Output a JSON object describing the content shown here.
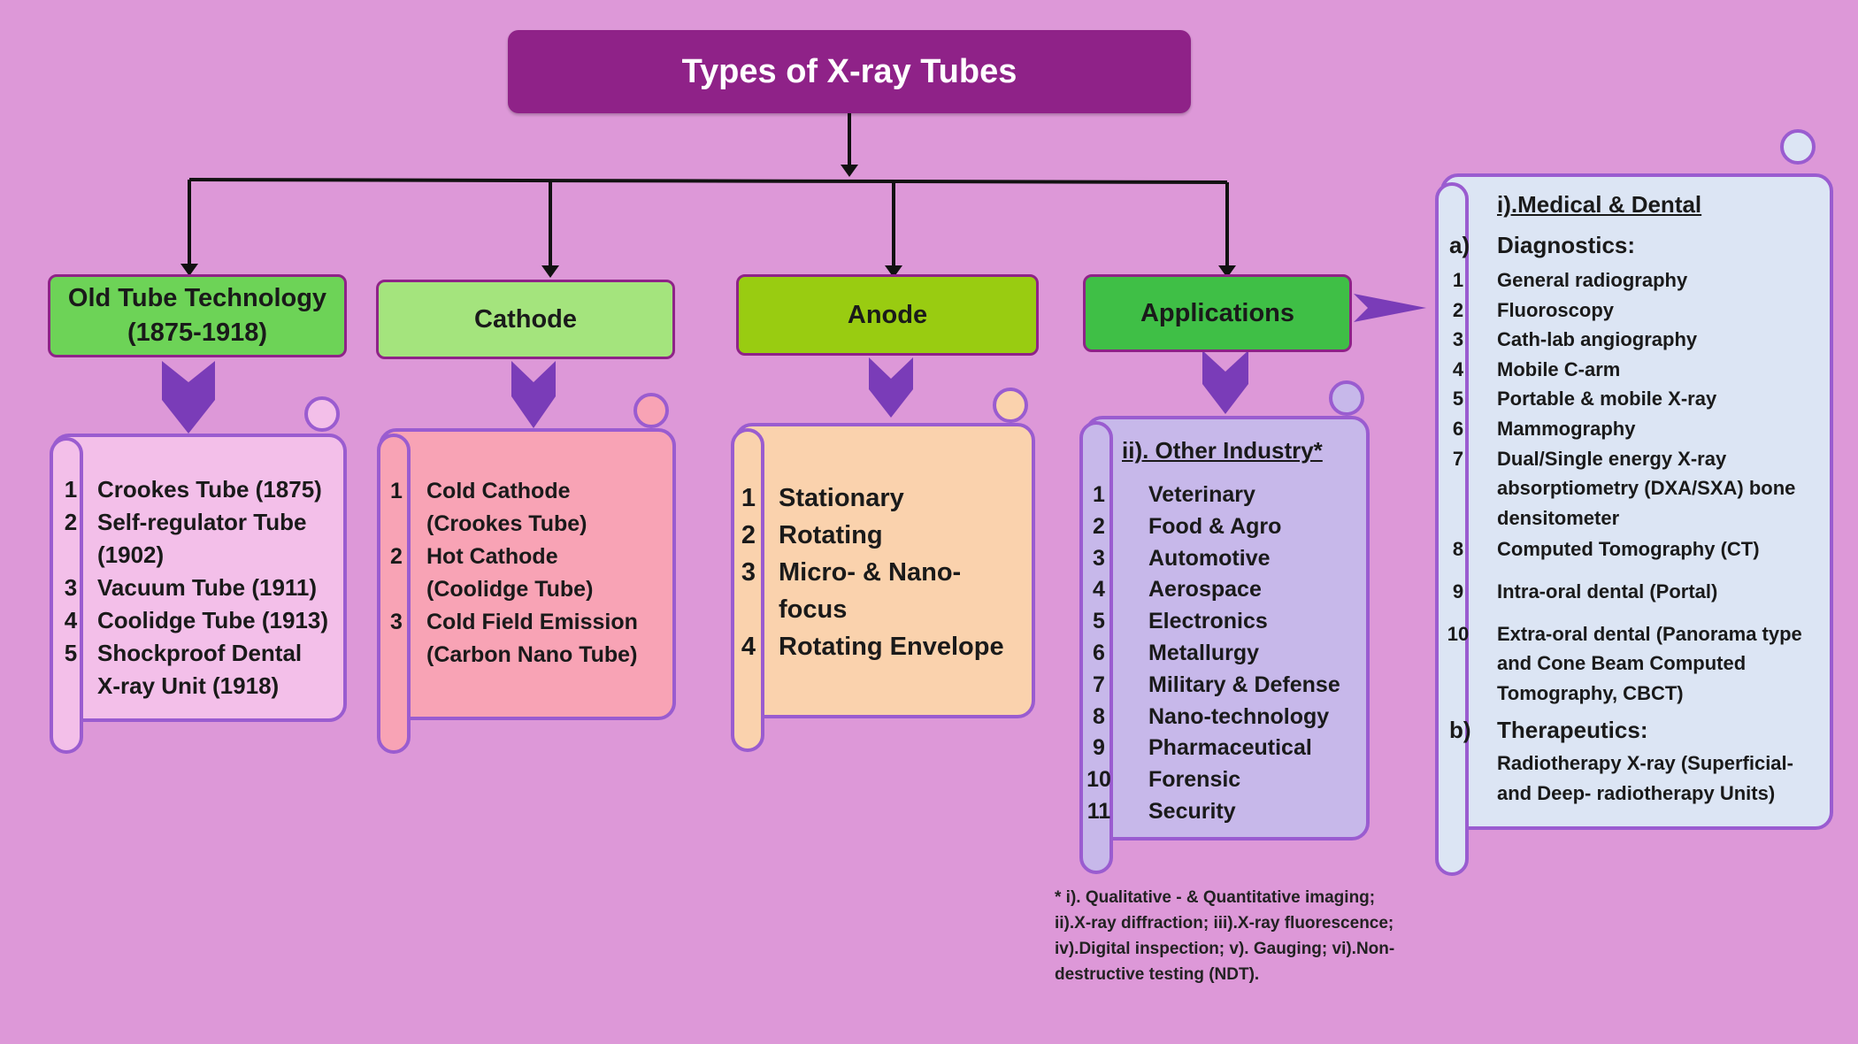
{
  "title": "Types of X-ray Tubes",
  "colors": {
    "background": "#dd98d8",
    "title_fill": "#8f2288",
    "old_tube_fill": "#6dd357",
    "cathode_fill": "#a4e47d",
    "anode_fill": "#99cc11",
    "applications_fill": "#3fbf46",
    "arrow": "#7a3cb8",
    "scroll_border": "#9a5cd0",
    "old_tube_scroll": "#f3bfe9",
    "cathode_scroll": "#f8a3b5",
    "anode_scroll": "#fad2ad",
    "other_industry_scroll": "#c7b8ea",
    "medical_scroll": "#dce5f4"
  },
  "categories": {
    "old_tube": {
      "label_line1": "Old Tube Technology",
      "label_line2": "(1875-1918)"
    },
    "cathode": {
      "label": "Cathode"
    },
    "anode": {
      "label": "Anode"
    },
    "applications": {
      "label": "Applications"
    }
  },
  "old_tube_list": [
    {
      "num": "1",
      "line1": "Crookes Tube (1875)",
      "line2": ""
    },
    {
      "num": "2",
      "line1": "Self-regulator Tube",
      "line2": "(1902)"
    },
    {
      "num": "3",
      "line1": "Vacuum Tube (1911)",
      "line2": ""
    },
    {
      "num": "4",
      "line1": "Coolidge Tube (1913)",
      "line2": ""
    },
    {
      "num": "5",
      "line1": "Shockproof Dental",
      "line2": "X-ray Unit (1918)"
    }
  ],
  "cathode_list": [
    {
      "num": "1",
      "line1": "Cold Cathode",
      "line2": "(Crookes Tube)"
    },
    {
      "num": "2",
      "line1": "Hot Cathode",
      "line2": "(Coolidge Tube)"
    },
    {
      "num": "3",
      "line1": "Cold Field Emission",
      "line2": "(Carbon Nano Tube)"
    }
  ],
  "anode_list": [
    {
      "num": "1",
      "line1": "Stationary",
      "line2": ""
    },
    {
      "num": "2",
      "line1": "Rotating",
      "line2": ""
    },
    {
      "num": "3",
      "line1": "Micro- & Nano-",
      "line2": "focus"
    },
    {
      "num": "4",
      "line1": "Rotating Envelope",
      "line2": ""
    }
  ],
  "other_industry": {
    "heading": "ii). Other Industry*",
    "items": [
      {
        "num": "1",
        "text": "Veterinary"
      },
      {
        "num": "2",
        "text": "Food & Agro"
      },
      {
        "num": "3",
        "text": "Automotive"
      },
      {
        "num": "4",
        "text": "Aerospace"
      },
      {
        "num": "5",
        "text": "Electronics"
      },
      {
        "num": "6",
        "text": "Metallurgy"
      },
      {
        "num": "7",
        "text": "Military & Defense"
      },
      {
        "num": "8",
        "text": "Nano-technology"
      },
      {
        "num": "9",
        "text": "Pharmaceutical"
      },
      {
        "num": "10",
        "text": "Forensic"
      },
      {
        "num": "11",
        "text": "Security"
      }
    ]
  },
  "medical_dental": {
    "heading": "i).Medical & Dental",
    "diagnostics_marker": "a)",
    "diagnostics_label": "Diagnostics:",
    "diagnostics": [
      {
        "num": "1",
        "lines": [
          "General radiography"
        ]
      },
      {
        "num": "2",
        "lines": [
          "Fluoroscopy"
        ]
      },
      {
        "num": "3",
        "lines": [
          "Cath-lab angiography"
        ]
      },
      {
        "num": "4",
        "lines": [
          "Mobile C-arm"
        ]
      },
      {
        "num": "5",
        "lines": [
          "Portable & mobile X-ray"
        ]
      },
      {
        "num": "6",
        "lines": [
          "Mammography"
        ]
      },
      {
        "num": "7",
        "lines": [
          "Dual/Single energy X-ray",
          "absorptiometry (DXA/SXA) bone",
          "densitometer"
        ]
      },
      {
        "num": "8",
        "lines": [
          "Computed Tomography (CT)"
        ]
      },
      {
        "num": "9",
        "lines": [
          "Intra-oral dental (Portal)"
        ]
      },
      {
        "num": "10",
        "lines": [
          "Extra-oral dental (Panorama type",
          "and Cone Beam Computed",
          "Tomography, CBCT)"
        ]
      }
    ],
    "therapeutics_marker": "b)",
    "therapeutics_label": "Therapeutics:",
    "therapeutics_line1": "Radiotherapy X-ray (Superficial-",
    "therapeutics_line2": "and Deep- radiotherapy Units)"
  },
  "footnote": {
    "line1": "* i). Qualitative - & Quantitative imaging;",
    "line2": "ii).X-ray diffraction; iii).X-ray fluorescence;",
    "line3": "iv).Digital inspection; v). Gauging; vi).Non-",
    "line4": "destructive testing (NDT)."
  }
}
